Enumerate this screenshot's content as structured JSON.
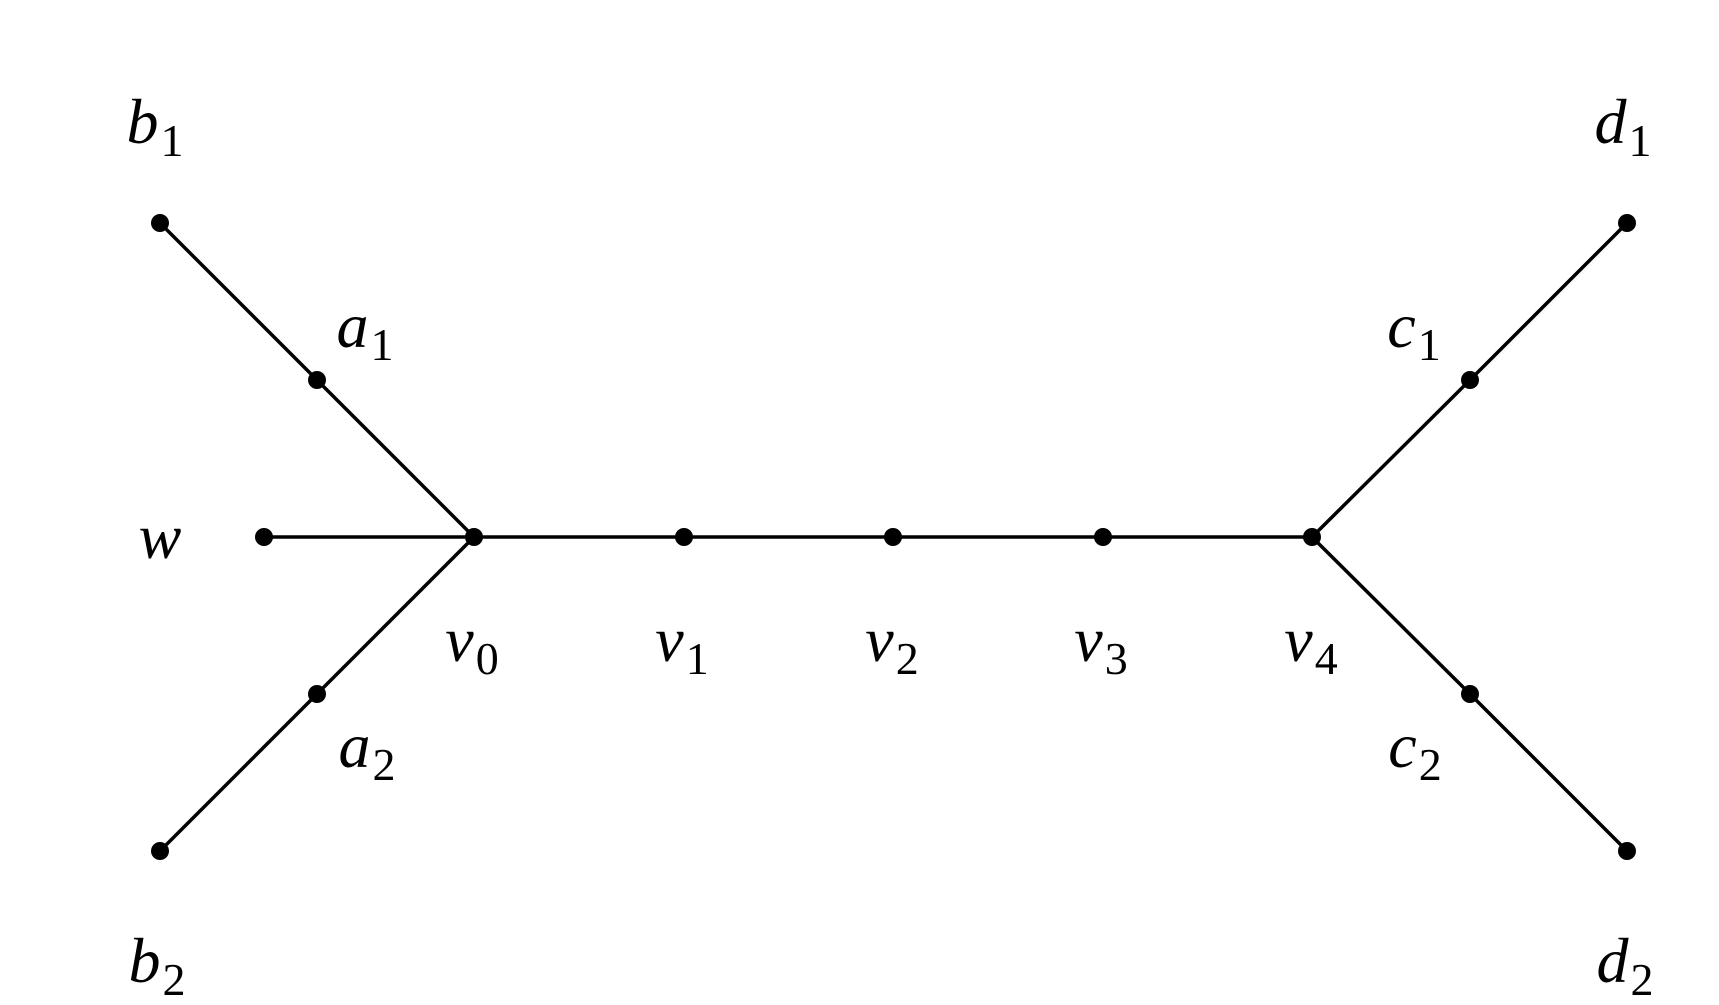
{
  "diagram": {
    "type": "graph",
    "vertices": [
      {
        "id": "b1",
        "main": "b",
        "sub": "1"
      },
      {
        "id": "a1",
        "main": "a",
        "sub": "1"
      },
      {
        "id": "w",
        "main": "w",
        "sub": ""
      },
      {
        "id": "v0",
        "main": "v",
        "sub": "0"
      },
      {
        "id": "v1",
        "main": "v",
        "sub": "1"
      },
      {
        "id": "v2",
        "main": "v",
        "sub": "2"
      },
      {
        "id": "v3",
        "main": "v",
        "sub": "3"
      },
      {
        "id": "v4",
        "main": "v",
        "sub": "4"
      },
      {
        "id": "a2",
        "main": "a",
        "sub": "2"
      },
      {
        "id": "b2",
        "main": "b",
        "sub": "2"
      },
      {
        "id": "c1",
        "main": "c",
        "sub": "1"
      },
      {
        "id": "d1",
        "main": "d",
        "sub": "1"
      },
      {
        "id": "c2",
        "main": "c",
        "sub": "2"
      },
      {
        "id": "d2",
        "main": "d",
        "sub": "2"
      }
    ],
    "edges": [
      [
        "b1",
        "a1"
      ],
      [
        "a1",
        "v0"
      ],
      [
        "w",
        "v0"
      ],
      [
        "v0",
        "a2"
      ],
      [
        "a2",
        "b2"
      ],
      [
        "v0",
        "v1"
      ],
      [
        "v1",
        "v2"
      ],
      [
        "v2",
        "v3"
      ],
      [
        "v3",
        "v4"
      ],
      [
        "v4",
        "c1"
      ],
      [
        "c1",
        "d1"
      ],
      [
        "v4",
        "c2"
      ],
      [
        "c2",
        "d2"
      ]
    ]
  }
}
